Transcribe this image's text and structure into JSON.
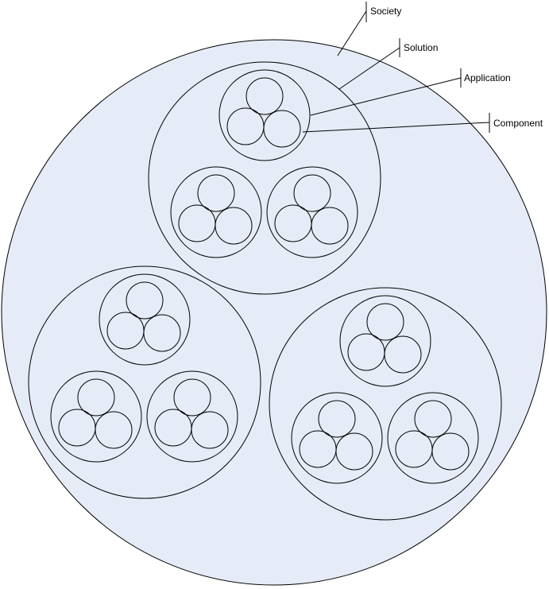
{
  "labels": {
    "society": "Society",
    "solution": "Solution",
    "application": "Application",
    "component": "Component"
  },
  "colors": {
    "society_fill": "#e6ecf7",
    "stroke": "#000000"
  }
}
